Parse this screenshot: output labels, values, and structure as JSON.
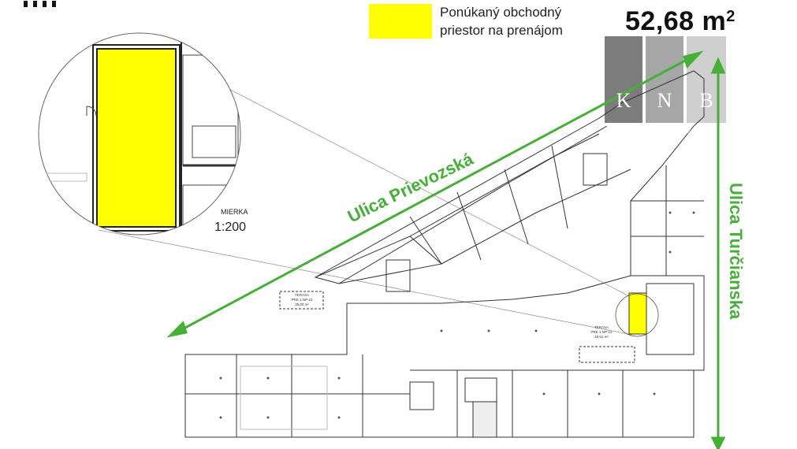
{
  "legend": {
    "swatch_color": "#ffff00",
    "line1": "Ponúkaný obchodný",
    "line2": "priestor na prenájom"
  },
  "area": {
    "value": "52,68 m",
    "unit_sup": "2"
  },
  "logo": {
    "letters": [
      "K",
      "N",
      "B"
    ],
    "subtitle": "REAL ESTATE AGENCY"
  },
  "streets": {
    "diagonal": "Ulica Prievozská",
    "vertical": "Ulica Turčianska",
    "color": "#44b036"
  },
  "scale": {
    "caption": "MIERKA",
    "value": "1:200"
  },
  "terraces": [
    {
      "line1": "TERASA",
      "line2": "PRE 1.NP-23",
      "line3": "35,00 m²"
    },
    {
      "line1": "TERASA",
      "line2": "PRE 1.NP-12",
      "line3": "45,51 m²"
    }
  ]
}
